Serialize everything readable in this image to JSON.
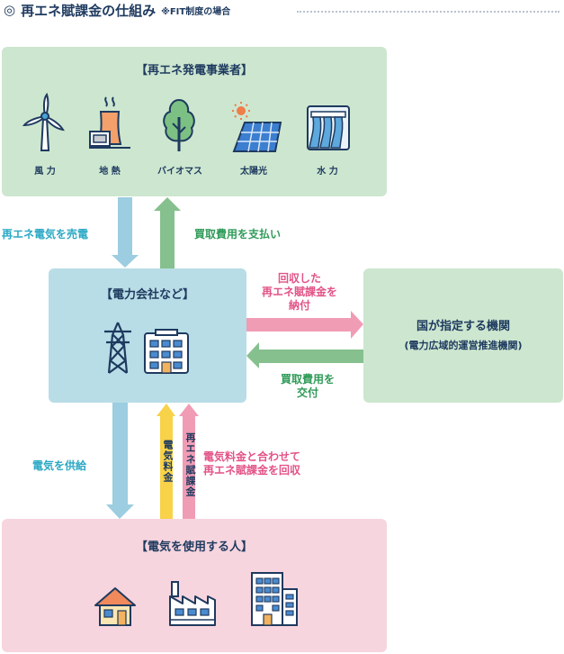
{
  "header": {
    "mark": "◎",
    "title": "再エネ賦課金の仕組み",
    "note": "※FIT制度の場合"
  },
  "generators": {
    "title": "【再エネ発電事業者】",
    "items": [
      {
        "label": "風 力",
        "icon": "wind-turbine-icon"
      },
      {
        "label": "地 熱",
        "icon": "geothermal-plant-icon"
      },
      {
        "label": "バイオマス",
        "icon": "tree-icon"
      },
      {
        "label": "太陽光",
        "icon": "solar-panel-icon"
      },
      {
        "label": "水 力",
        "icon": "dam-icon"
      }
    ]
  },
  "utility": {
    "title": "【電力会社など】",
    "icons": [
      "power-tower-icon",
      "office-building-icon"
    ]
  },
  "government": {
    "line1": "国が指定する機関",
    "line2": "(電力広域的運営推進機関)"
  },
  "consumers": {
    "title": "【電気を使用する人】",
    "icons": [
      "house-icon",
      "factory-icon",
      "apartment-building-icon"
    ]
  },
  "flows": {
    "sell": "再エネ電気を売電",
    "pay_purchase": "買取費用を支払い",
    "pay_levy": [
      "回収した",
      "再エネ賦課金を",
      "納付"
    ],
    "grant": [
      "買取費用を",
      "交付"
    ],
    "supply": "電気を供給",
    "fee": "電気料金",
    "levy": "再エネ賦課金",
    "collect": [
      "電気料金と合わせて",
      "再エネ賦課金を回収"
    ]
  },
  "colors": {
    "navy": "#1e3a5f",
    "teal": "#2aa8c4",
    "green_text": "#2f9a58",
    "pink_text": "#e25386",
    "arrow_teal": "#9ccde0",
    "arrow_green": "#86c08e",
    "arrow_pink": "#f19cb5",
    "arrow_yellow": "#f8d248"
  }
}
